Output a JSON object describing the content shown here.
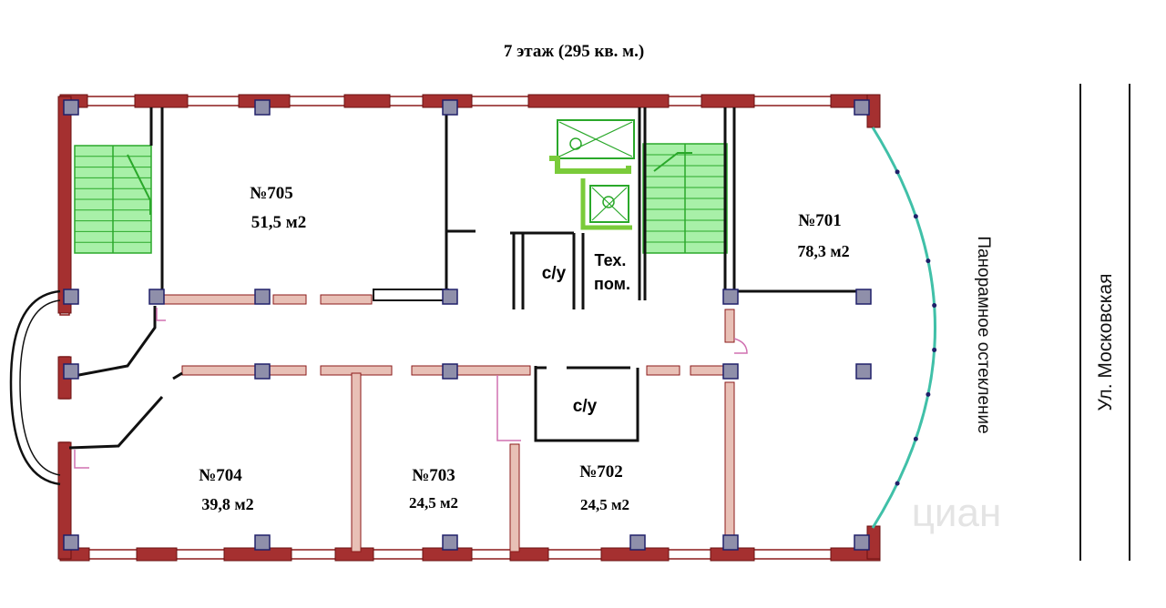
{
  "title": "7 этаж (295 кв. м.)",
  "rooms": [
    {
      "number": "№705",
      "area": "51,5 м2"
    },
    {
      "number": "№701",
      "area": "78,3 м2"
    },
    {
      "number": "№704",
      "area": "39,8 м2"
    },
    {
      "number": "№703",
      "area": "24,5 м2"
    },
    {
      "number": "№702",
      "area": "24,5 м2"
    }
  ],
  "service_rooms": {
    "wc_upper": "с/у",
    "wc_lower": "с/у",
    "tech_line1": "Тех.",
    "tech_line2": "пом."
  },
  "glazing_label": "Панорамное остекление",
  "street_label": "Ул. Московская",
  "watermark": "циан",
  "colors": {
    "wall_fill": "#d9a69a",
    "wall_stroke": "#8b1a1a",
    "column_fill": "#8f8faa",
    "column_stroke": "#20206a",
    "stair_fill": "#a8f0a8",
    "stair_stroke": "#2aa82a",
    "glazing": "#40c0a8",
    "partition": "#111111"
  }
}
